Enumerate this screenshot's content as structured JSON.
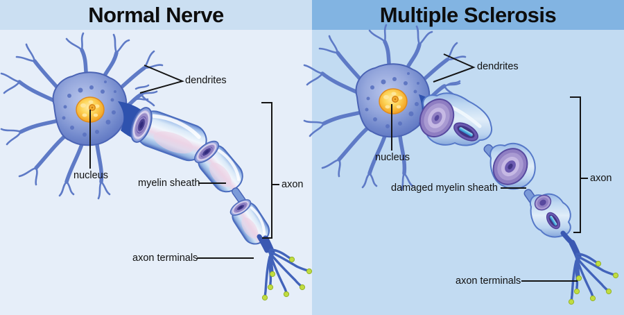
{
  "panels": [
    {
      "id": "normal-nerve",
      "title": "Normal Nerve",
      "labels": {
        "dendrites": "dendrites",
        "nucleus": "nucleus",
        "myelin_sheath": "myelin sheath",
        "axon": "axon",
        "axon_terminals": "axon terminals"
      }
    },
    {
      "id": "multiple-sclerosis",
      "title": "Multiple Sclerosis",
      "labels": {
        "dendrites": "dendrites",
        "nucleus": "nucleus",
        "myelin_sheath": "damaged myelin sheath",
        "axon": "axon",
        "axon_terminals": "axon terminals"
      }
    }
  ],
  "colors": {
    "left_header_bg": "#cbdff2",
    "right_header_bg": "#82b4e2",
    "left_panel_bg": "#e6eef9",
    "right_panel_bg": "#c2dbf2",
    "title_text": "#0d0d0d",
    "label_text": "#111111",
    "leader_line": "#141414",
    "soma_blue": "#7289cc",
    "dendrite_blue": "#5e7ac6",
    "nucleus_yellow": "#f6b232",
    "myelin_light_blue": "#d9e9f8",
    "myelin_pink": "#ecd6e8",
    "myelin_ring_purple": "#6c5cae",
    "damaged_myelin_purple": "#8f7ec2",
    "exposed_axon_cyan": "#55b5e2",
    "axon_hillock_blue": "#2e52ae",
    "terminal_dot_green": "#c1dc40"
  }
}
